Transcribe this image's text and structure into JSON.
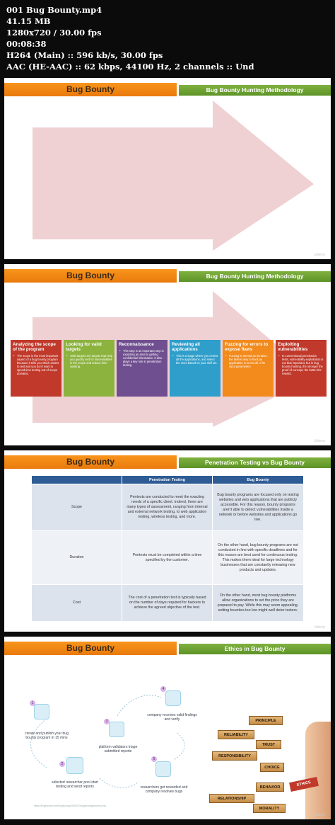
{
  "file_info": {
    "name": "001 Bug Bounty.mp4",
    "size": "41.15 MB",
    "resolution": "1280x720 / 30.00 fps",
    "duration": "00:08:38",
    "video": "H264 (Main) :: 596 kb/s, 30.00 fps",
    "audio": "AAC (HE-AAC) :: 62 kbps, 44100 Hz, 2 channels :: Und"
  },
  "slides": [
    {
      "title": "Bug Bounty",
      "subtitle": "Bug Bounty Hunting Methodology",
      "footer": "Udemy"
    },
    {
      "title": "Bug Bounty",
      "subtitle": "Bug Bounty Hunting Methodology",
      "footer": "Udemy",
      "cards": [
        {
          "heading": "Analyzing the scope of the program",
          "text": "The scope is the most important aspect of a bug bounty program because it tells you which assets to test and you don't want to spend time testing out-of-scope domains.",
          "color": "#c0392b"
        },
        {
          "heading": "Looking for valid targets",
          "text": "Valid targets are targets that help you quickly test for vulnerabilities in the scope and reduce time wasting.",
          "color": "#8cb33e"
        },
        {
          "heading": "Reconnaissance",
          "text": "This step is an important step in exploring an area to getting confidential information. It also plays a key role in penetration testing.",
          "color": "#6f4f8f"
        },
        {
          "heading": "Reviewing all applications",
          "text": "This is a stage where you review all the applications, and select the ones based on your skill set.",
          "color": "#2f9ecb"
        },
        {
          "heading": "Fuzzing for errors to expose flaws",
          "text": "Fuzzing is termed as iteration, the fastest way to hack an application is to test all of its input parameters.",
          "color": "#f28a1c"
        },
        {
          "heading": "Exploiting vulnerabilities",
          "text": "In conventional penetration tests, vulnerability exploitation is not that important, but in bug bounty hunting, the stronger the proof of concept, the better the reward.",
          "color": "#c0392b"
        }
      ]
    },
    {
      "title": "Bug Bounty",
      "subtitle": "Penetration Testing vs Bug Bounty",
      "footer": "Udemy",
      "table": {
        "headers": [
          "",
          "Penetration Testing",
          "Bug Bounty"
        ],
        "rows": [
          [
            "Scope",
            "Pentests are conducted to meet the exacting needs of a specific client. Indeed, there are many types of assessment, ranging from internal and external network testing, to web application testing, wireless testing, and more.",
            "Bug bounty programs are focused only on testing websites and web applications that are publicly accessible. For this reason, bounty programs aren't able to detect vulnerabilities inside a network or before websites and applications go live."
          ],
          [
            "Duration",
            "Pentests must be completed within a time specified by the customer.",
            "On the other hand, bug bounty programs are not conducted in line with specific deadlines and for this reason are best used for continuous testing. This makes them ideal for large technology businesses that are constantly releasing new products and updates."
          ],
          [
            "Cost",
            "The cost of a penetration test is typically based on the number of days required for hackers to achieve the agreed objective of the test.",
            "On the other hand, most bug bounty platforms allow organizations to set the price they are prepared to pay. While this may seem appealing, setting bounties too low might well deter testers."
          ]
        ]
      }
    },
    {
      "title": "Bug Bounty",
      "subtitle": "Ethics in Bug Bounty",
      "footer": "Udemy",
      "steps": [
        {
          "num": "1",
          "text": "create and publish your bug bounty program in 15 mins"
        },
        {
          "num": "2",
          "text": "selected researcher pool start testing and send reports"
        },
        {
          "num": "3",
          "text": "platform validators triage submitted reports"
        },
        {
          "num": "4",
          "text": "company receives valid findings and verify"
        },
        {
          "num": "5",
          "text": "researchers get rewarded and company resolves bugs"
        }
      ],
      "source_url": "https://bugbounty.com/bugbounty/2020/07/bugbountyprocess.png",
      "blocks": [
        "PRINCIPLE",
        "RELIABILITY",
        "TRUST",
        "RESPONSIBILITY",
        "CHOICE",
        "ETHICS",
        "RELATIONSHIP",
        "BEHAVIOR",
        "MORALITY"
      ]
    }
  ]
}
